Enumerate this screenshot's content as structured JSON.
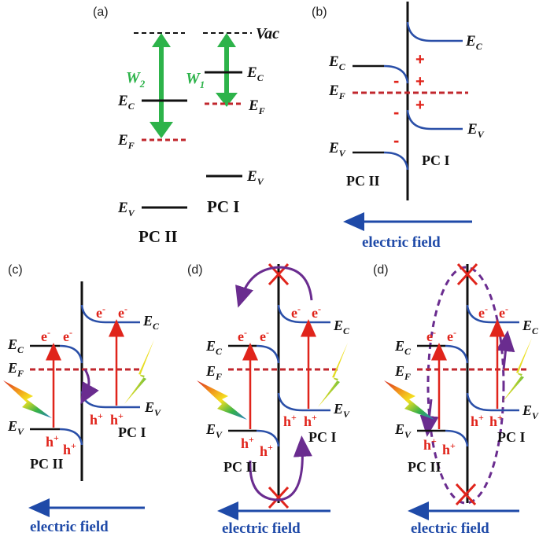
{
  "panels": {
    "a": {
      "label": "(a)",
      "vac": "Vac",
      "w2": "W",
      "w2_sub": "2",
      "w1": "W",
      "w1_sub": "1",
      "ec_pc1": "E",
      "ec_pc1_sub": "C",
      "ef_pc1": "E",
      "ef_pc1_sub": "F",
      "ev_pc1": "E",
      "ev_pc1_sub": "V",
      "ec_pc2": "E",
      "ec_pc2_sub": "C",
      "ef_pc2": "E",
      "ef_pc2_sub": "F",
      "ev_pc2": "E",
      "ev_pc2_sub": "V",
      "pc1": "PC I",
      "pc2": "PC II"
    },
    "b": {
      "label": "(b)",
      "ec_right": "E",
      "ec_right_sub": "C",
      "ec_left": "E",
      "ec_left_sub": "C",
      "ef": "E",
      "ef_sub": "F",
      "ev_right": "E",
      "ev_right_sub": "V",
      "ev_left": "E",
      "ev_left_sub": "V",
      "pc1": "PC I",
      "pc2": "PC II",
      "plus": "+",
      "minus": "-",
      "field": "electric field"
    },
    "c": {
      "label": "(c)",
      "ec_left": "E",
      "ec_left_sub": "C",
      "ef": "E",
      "ef_sub": "F",
      "ev_left": "E",
      "ev_left_sub": "V",
      "ec_right": "E",
      "ec_right_sub": "C",
      "ev_right": "E",
      "ev_right_sub": "V",
      "electron": "e",
      "electron_sup": "-",
      "hole": "h",
      "hole_sup": "+",
      "pc1": "PC I",
      "pc2": "PC II",
      "field": "electric field"
    },
    "d1": {
      "label": "(d)",
      "ec_left": "E",
      "ec_left_sub": "C",
      "ef": "E",
      "ef_sub": "F",
      "ev_left": "E",
      "ev_left_sub": "V",
      "ec_right": "E",
      "ec_right_sub": "C",
      "ev_right": "E",
      "ev_right_sub": "V",
      "electron": "e",
      "electron_sup": "-",
      "hole": "h",
      "hole_sup": "+",
      "pc1": "PC I",
      "pc2": "PC II",
      "field": "electric field"
    },
    "d2": {
      "label": "(d)",
      "ec_left": "E",
      "ec_left_sub": "C",
      "ef": "E",
      "ef_sub": "F",
      "ev_left": "E",
      "ev_left_sub": "V",
      "ec_right": "E",
      "ec_right_sub": "C",
      "ev_right": "E",
      "ev_right_sub": "V",
      "electron": "e",
      "electron_sup": "-",
      "hole": "h",
      "hole_sup": "+",
      "pc1": "PC I",
      "pc2": "PC II",
      "field": "electric field"
    }
  },
  "colors": {
    "green": "#2db34a",
    "red": "#e0241b",
    "dashed_red": "#c1272d",
    "blue": "#1f4aa8",
    "purple": "#6a2c8f",
    "black": "#111111"
  }
}
